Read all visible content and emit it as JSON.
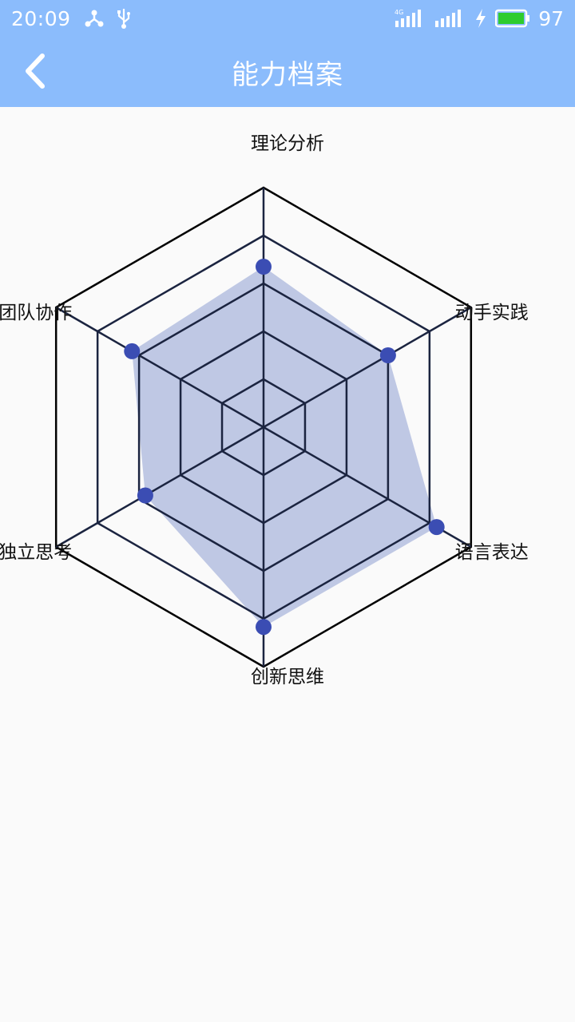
{
  "status_bar": {
    "time": "20:09",
    "network_badge": "4G",
    "battery_level": "97",
    "icons": [
      "share-icon",
      "usb-icon",
      "signal-icon",
      "signal-icon",
      "charging-icon",
      "battery-icon"
    ],
    "battery_color": "#2ecc2e"
  },
  "app_bar": {
    "title": "能力档案",
    "back_icon": "chevron-left-icon",
    "background_color": "#8bbcfc"
  },
  "chart_data": {
    "type": "radar",
    "axes": [
      "理论分析",
      "动手实践",
      "语言表达",
      "创新思维",
      "独立思考",
      "团队协作"
    ],
    "levels": 5,
    "max": 5,
    "values": [
      3.35,
      3.0,
      4.17,
      4.17,
      2.85,
      3.17
    ],
    "grid": true,
    "fill_color": "#bfc8e4",
    "point_color": "#3b4db3",
    "grid_color": "#000000",
    "inner_grid_color": "#1b2440"
  }
}
